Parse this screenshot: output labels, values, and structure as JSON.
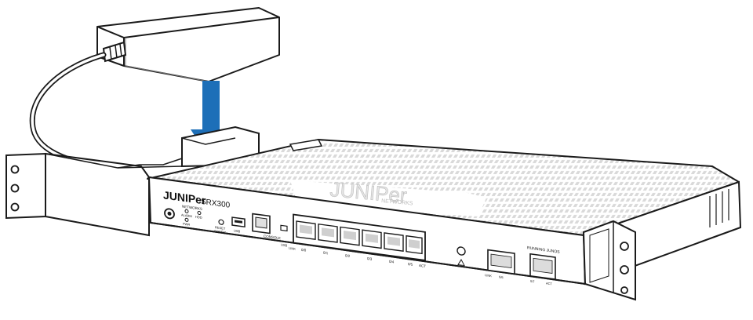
{
  "device": {
    "brand": "JUNIPer",
    "brand_sub": "NETWORKS",
    "model": "SRX300",
    "lid_logo": "JUNIPer",
    "lid_logo_sub": "NETWORKS"
  },
  "labels": {
    "alarm": "ALARM",
    "pwr": "PWR",
    "hdd": "HDD",
    "reset": "RESET",
    "config": "CONFIG",
    "usb": "USB",
    "console": "CONSOLE",
    "mini_usb": "USB",
    "ports": [
      "0/0",
      "0/1",
      "0/2",
      "0/3",
      "0/4",
      "0/5"
    ],
    "act": "ACT",
    "link": "LINK",
    "sfp_port": "0/6",
    "running": "RUNNING JUNOS",
    "sfp2_port": "0/7",
    "sfp2_act": "ACT"
  },
  "colors": {
    "arrow": "#1d6fb8",
    "outline": "#1a1a1a",
    "fill": "#ffffff"
  }
}
